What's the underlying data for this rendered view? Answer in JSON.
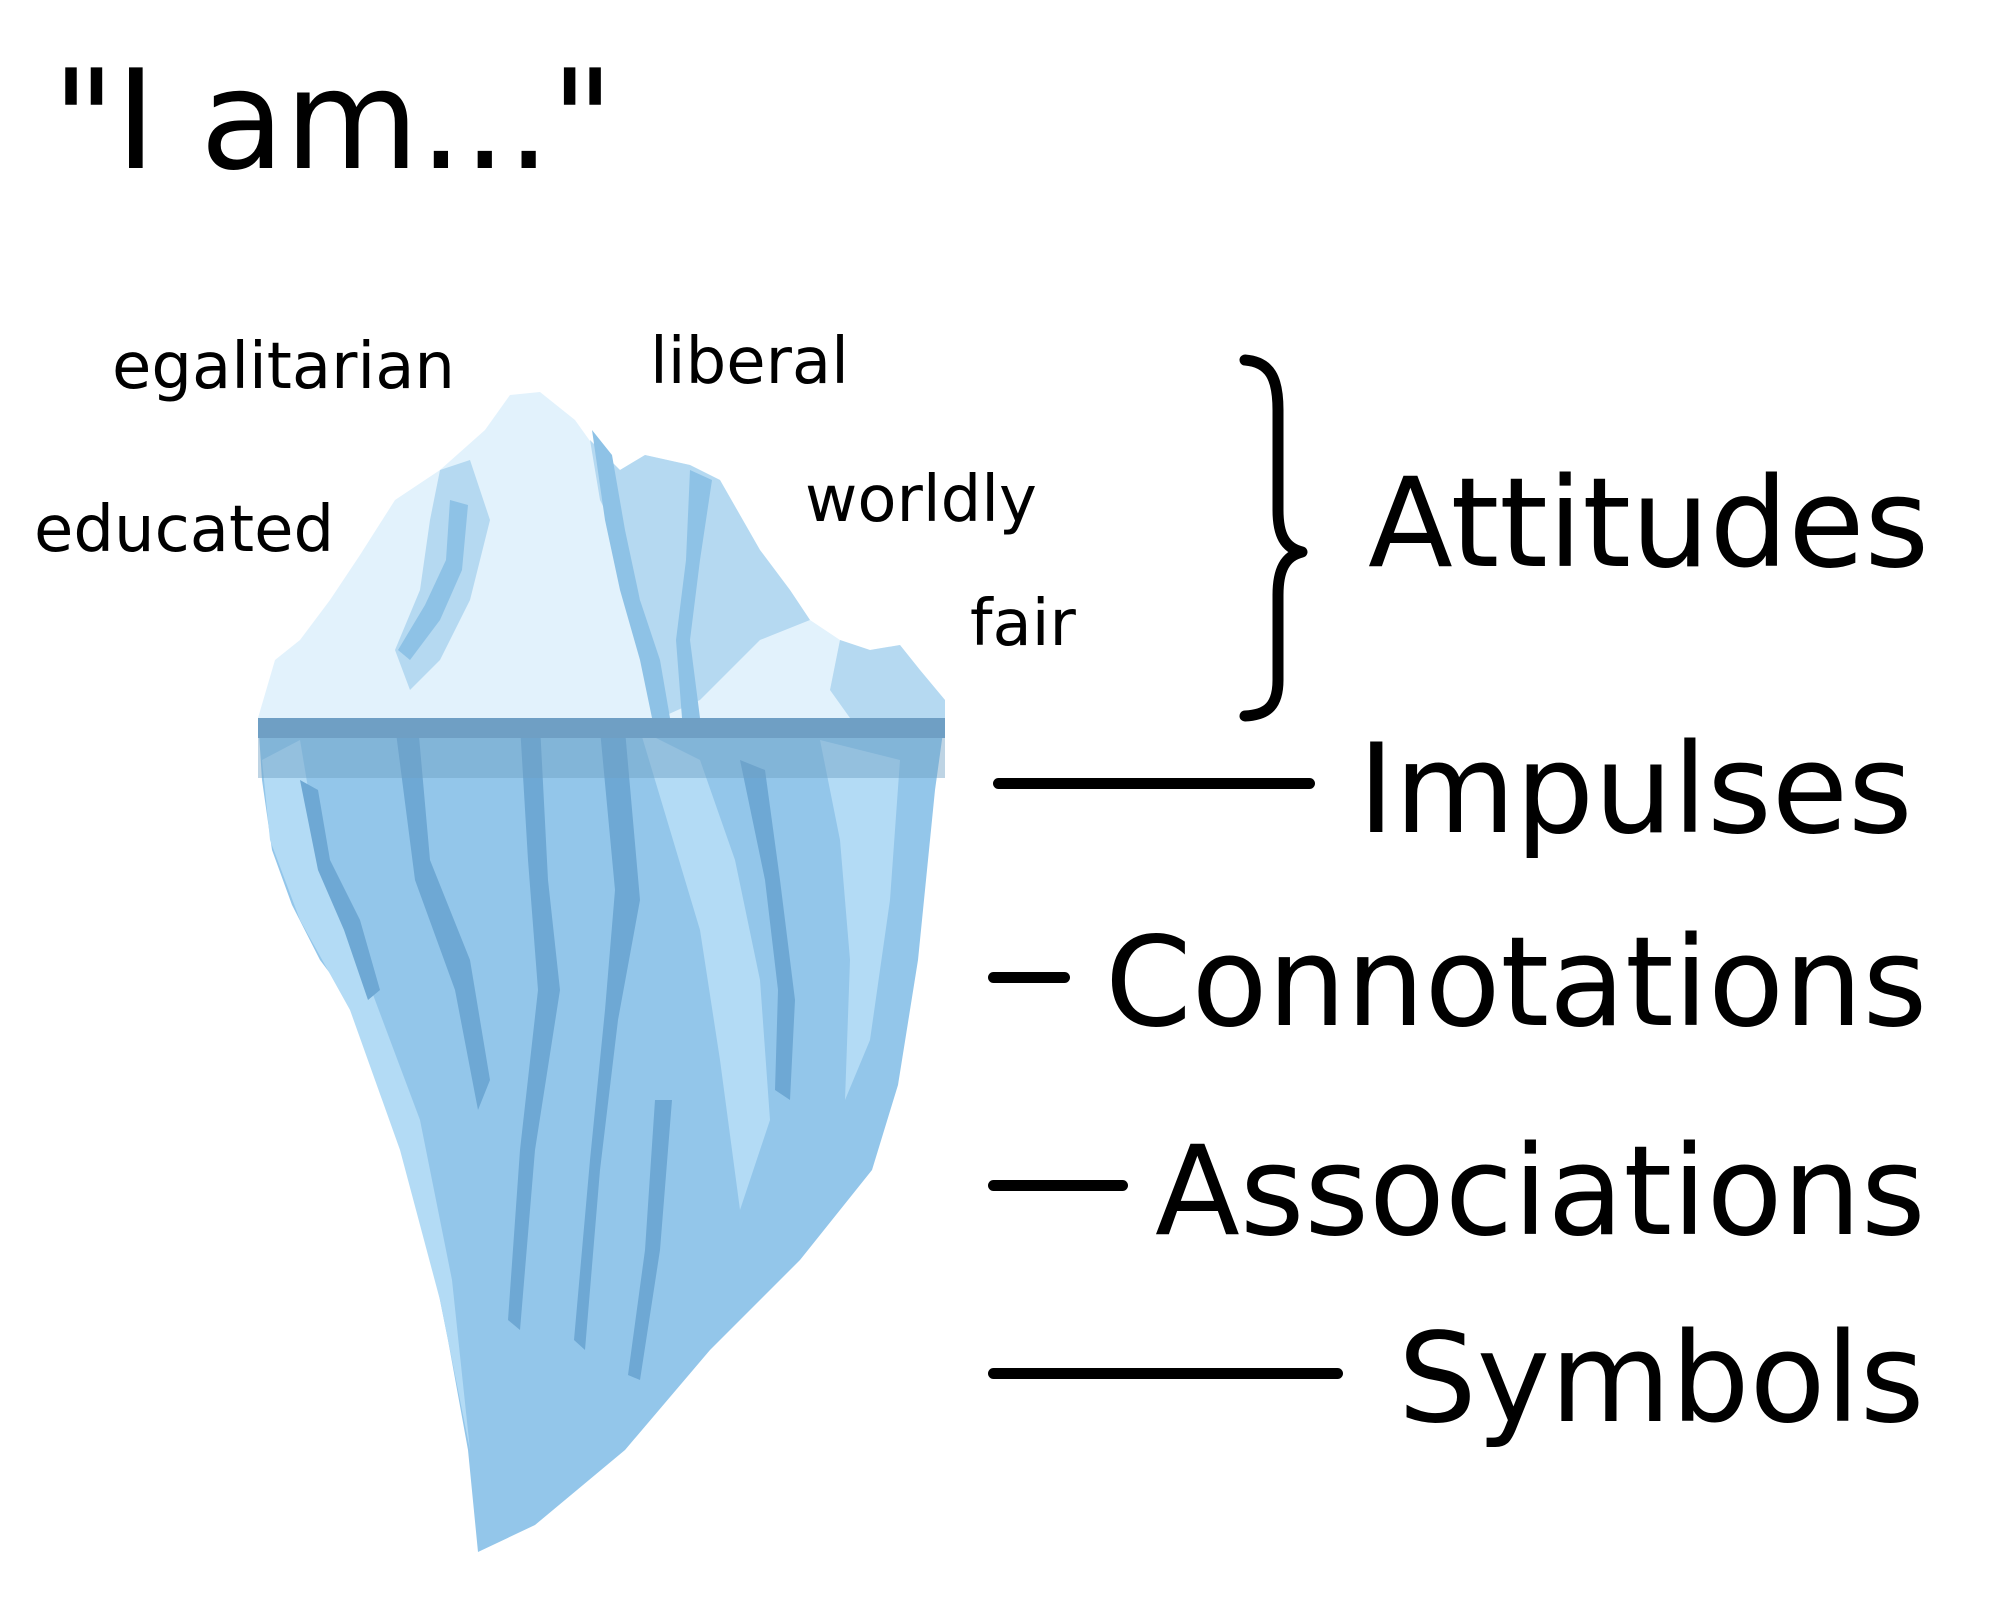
{
  "heading": "\"I am...\"",
  "surface_words": [
    "egalitarian",
    "liberal",
    "educated",
    "worldly",
    "fair"
  ],
  "bracket_label": "Attitudes",
  "levels": [
    "Impulses",
    "Connotations",
    "Associations",
    "Symbols"
  ],
  "colors": {
    "ice_above_light": "#e2f2fc",
    "ice_above_mid": "#b5d9f1",
    "ice_above_shadow": "#8ec2e6",
    "water_band": "#6f9fc4",
    "ice_below": "#93c6ea",
    "ice_below_light": "#b3dbf5",
    "ice_below_shadow": "#6ea8d4",
    "text": "#000000"
  }
}
